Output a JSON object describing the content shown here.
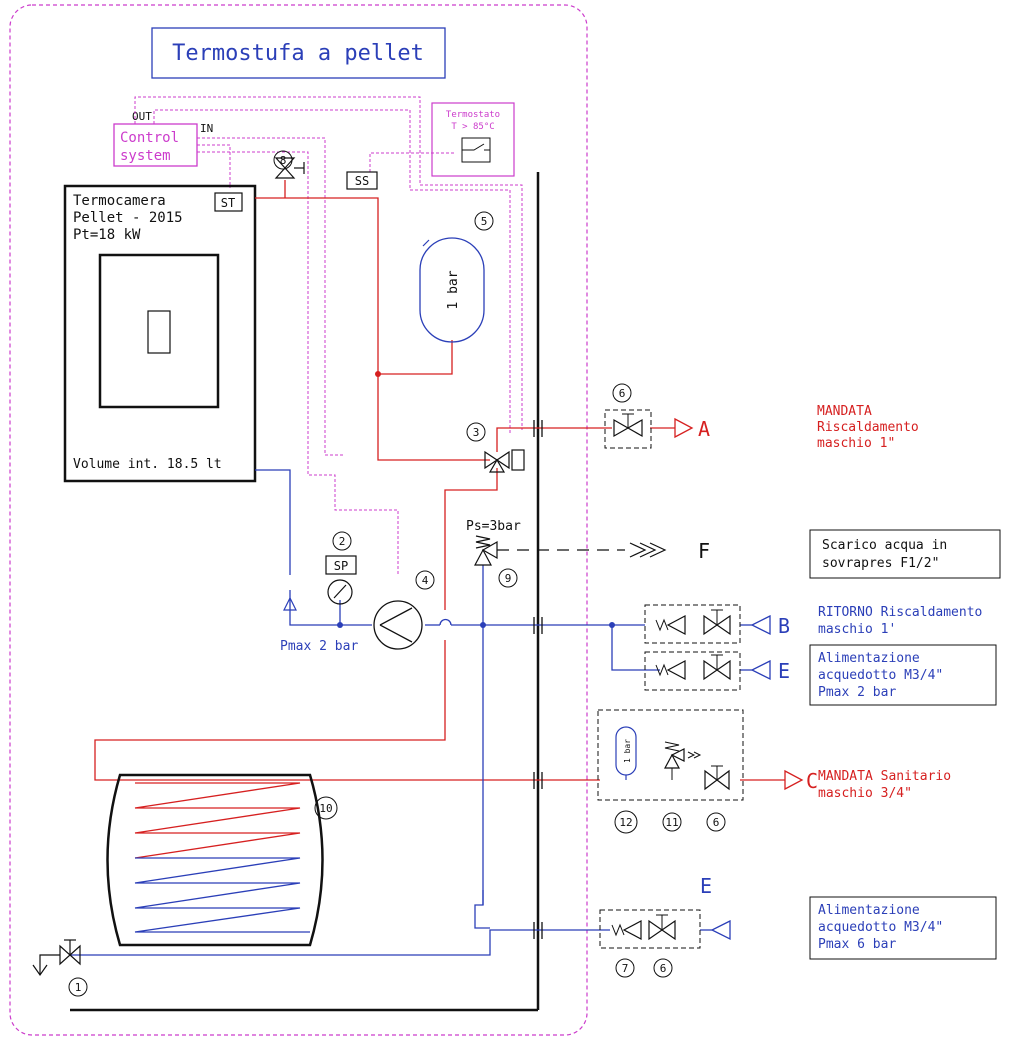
{
  "colors": {
    "red": "#d62020",
    "blue": "#2b3fb8",
    "magenta": "#cc3ccc",
    "black": "#111111",
    "gray": "#555555"
  },
  "title": "Termostufa a pellet",
  "control": {
    "out": "OUT",
    "in": "IN",
    "line1": "Control",
    "line2": "system"
  },
  "thermostat": {
    "line1": "Termostato",
    "line2": "T > 85°C"
  },
  "sensors": {
    "ss": "SS",
    "st": "ST",
    "sp": "SP"
  },
  "chamber": {
    "line1": "Termocamera",
    "line2": "Pellet - 2015",
    "line3": "Pt=18 kW",
    "volume": "Volume int. 18.5 lt"
  },
  "vessel_label": "1 bar",
  "small_vessel_label": "1 bar",
  "numbers": {
    "n1": "1",
    "n2": "2",
    "n3": "3",
    "n4": "4",
    "n5": "5",
    "n6a": "6",
    "n6b": "6",
    "n6c": "6",
    "n7": "7",
    "n8": "8",
    "n9": "9",
    "n10": "10",
    "n11": "11",
    "n12": "12"
  },
  "pressure": {
    "ps": "Ps=3bar",
    "pmax": "Pmax 2 bar"
  },
  "ports": {
    "a": "A",
    "b": "B",
    "c": "C",
    "e1": "E",
    "e2": "E",
    "f": "F"
  },
  "legend": {
    "a_line1": "MANDATA",
    "a_line2": "Riscaldamento",
    "a_line3": "maschio 1\"",
    "f_line1": "Scarico acqua in",
    "f_line2": "sovrapres F1/2\"",
    "b_line1": "RITORNO Riscaldamento",
    "b_line2": "maschio 1'",
    "e1_line1": "Alimentazione",
    "e1_line2": "acquedotto M3/4\"",
    "e1_line3": "Pmax 2 bar",
    "c_line1": "MANDATA Sanitario",
    "c_line2": "maschio 3/4\"",
    "e2_line1": "Alimentazione",
    "e2_line2": "acquedotto M3/4\"",
    "e2_line3": "Pmax 6 bar"
  }
}
